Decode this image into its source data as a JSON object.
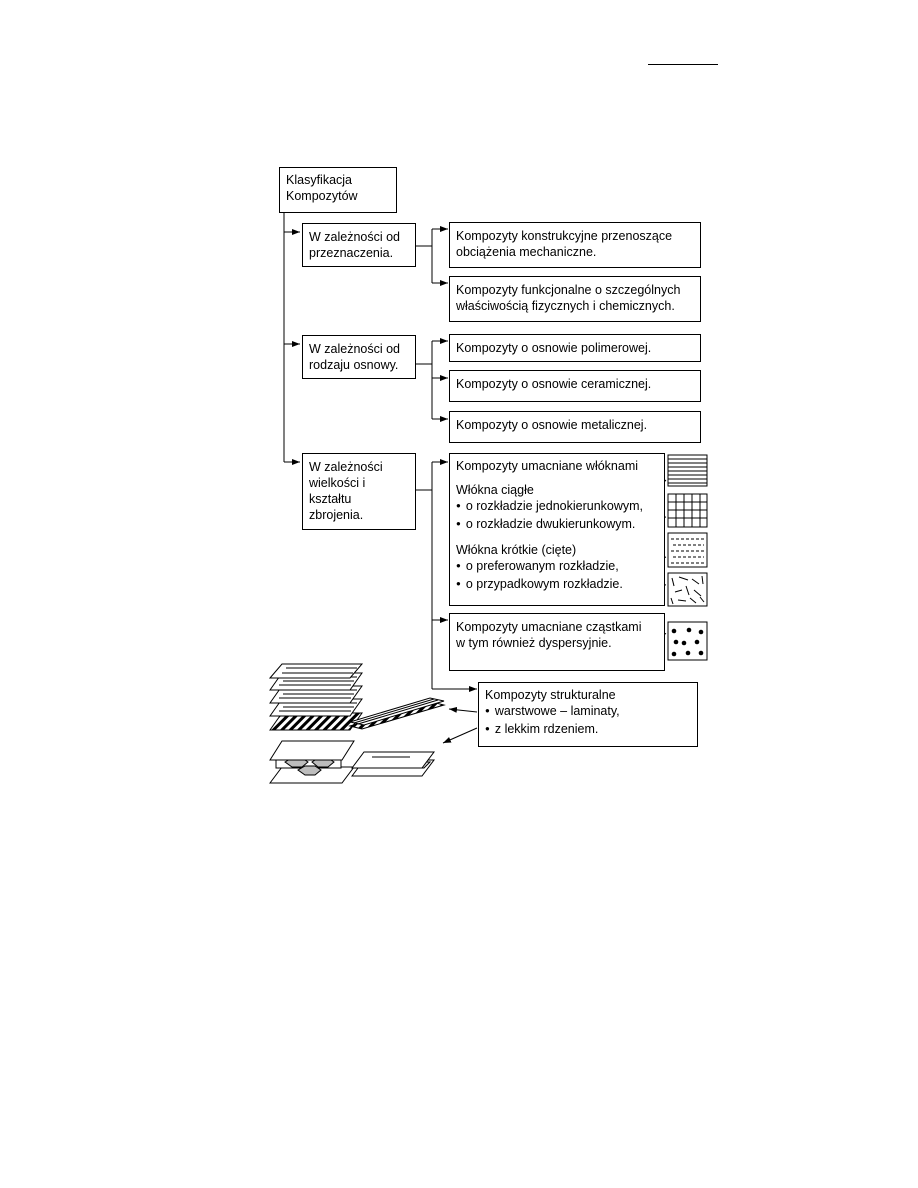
{
  "root": {
    "line1": "Klasyfikacja",
    "line2": "Kompozytów"
  },
  "purpose": {
    "label": [
      "W zależności od",
      "przeznaczenia."
    ],
    "items": [
      [
        "Kompozyty konstrukcyjne przenoszące",
        "obciążenia mechaniczne."
      ],
      [
        "Kompozyty funkcjonalne o szczególnych",
        "właściwością fizycznych i chemicznych."
      ]
    ]
  },
  "matrix": {
    "label": [
      "W zależności od",
      "rodzaju osnowy."
    ],
    "items": [
      "Kompozyty o osnowie polimerowej.",
      "Kompozyty o osnowie ceramicznej.",
      "Kompozyty o osnowie metalicznej."
    ]
  },
  "reinforcement": {
    "label": [
      "W zależności",
      "wielkości i",
      "kształtu",
      "zbrojenia."
    ],
    "fiber": {
      "title": "Kompozyty umacniane włóknami",
      "continuous": "Włókna ciągłe",
      "continuous_items": [
        "o rozkładzie jednokierunkowym,",
        "o rozkładzie dwukierunkowym."
      ],
      "short": "Włókna krótkie (cięte)",
      "short_items": [
        "o preferowanym rozkładzie,",
        "o przypadkowym rozkładzie."
      ]
    },
    "particle": [
      "Kompozyty umacniane cząstkami",
      "w tym również dyspersyjnie."
    ],
    "structural": {
      "title": "Kompozyty strukturalne",
      "items": [
        "warstwowe – laminaty,",
        "z lekkim rdzeniem."
      ]
    }
  }
}
